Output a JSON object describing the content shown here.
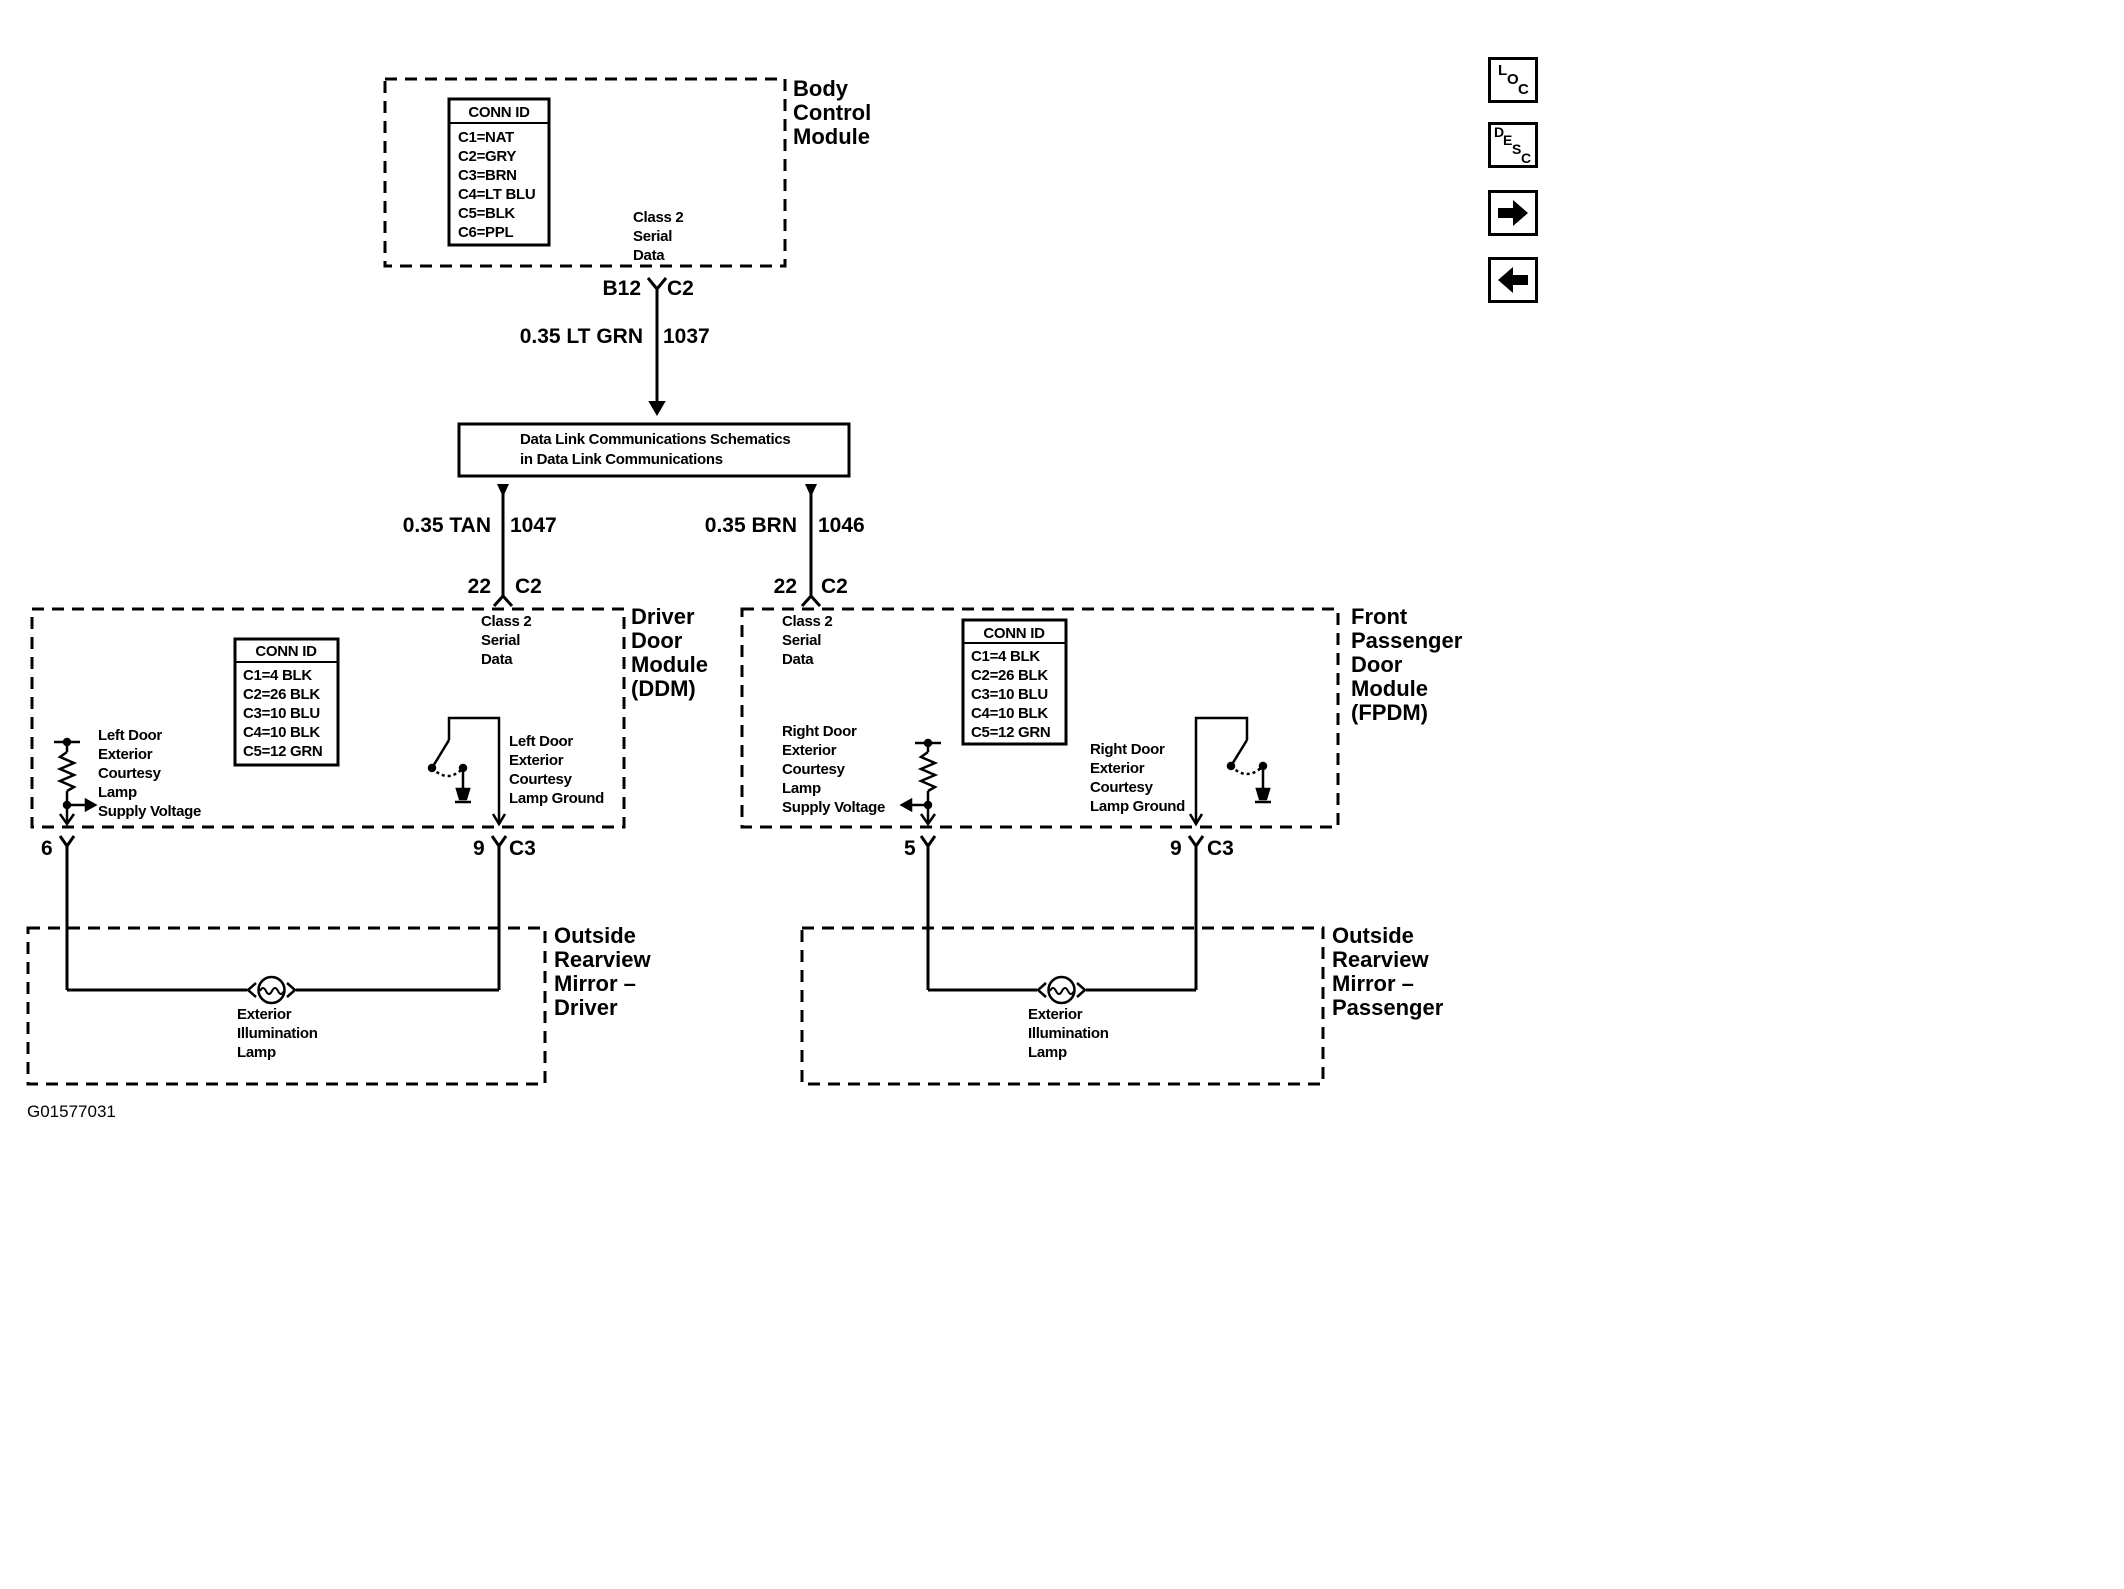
{
  "nav": {
    "loc": {
      "big": "L",
      "mid": "O",
      "small": "C"
    },
    "desc": {
      "a": "D",
      "b": "E",
      "c": "S",
      "d": "C"
    },
    "next_icon": "arrow-right-icon",
    "prev_icon": "arrow-left-icon"
  },
  "bcm": {
    "name": [
      "Body",
      "Control",
      "Module"
    ],
    "conn_title": "CONN ID",
    "conn": [
      "C1=NAT",
      "C2=GRY",
      "C3=BRN",
      "C4=LT BLU",
      "C5=BLK",
      "C6=PPL"
    ],
    "signal": [
      "Class 2",
      "Serial",
      "Data"
    ],
    "pin": "B12",
    "connector": "C2",
    "wire_left": "0.35 LT GRN",
    "wire_right": "1037"
  },
  "datalink": {
    "line1": "Data Link Communications Schematics",
    "line2": "in Data Link Communications"
  },
  "wire_ddm": {
    "gauge": "0.35 TAN",
    "circuit": "1047"
  },
  "wire_fpdm": {
    "gauge": "0.35 BRN",
    "circuit": "1046"
  },
  "ddm": {
    "name": [
      "Driver",
      "Door",
      "Module",
      "(DDM)"
    ],
    "conn_title": "CONN ID",
    "conn": [
      "C1=4 BLK",
      "C2=26 BLK",
      "C3=10 BLU",
      "C4=10 BLK",
      "C5=12 GRN"
    ],
    "pin_in": "22",
    "conn_in": "C2",
    "signal": [
      "Class 2",
      "Serial",
      "Data"
    ],
    "supply": [
      "Left Door",
      "Exterior",
      "Courtesy",
      "Lamp",
      "Supply Voltage"
    ],
    "ground": [
      "Left Door",
      "Exterior",
      "Courtesy",
      "Lamp Ground"
    ],
    "pin_a": "6",
    "pin_b": "9",
    "conn_out": "C3"
  },
  "fpdm": {
    "name": [
      "Front",
      "Passenger",
      "Door",
      "Module",
      "(FPDM)"
    ],
    "conn_title": "CONN ID",
    "conn": [
      "C1=4 BLK",
      "C2=26 BLK",
      "C3=10 BLU",
      "C4=10 BLK",
      "C5=12 GRN"
    ],
    "pin_in": "22",
    "conn_in": "C2",
    "signal": [
      "Class 2",
      "Serial",
      "Data"
    ],
    "supply": [
      "Right Door",
      "Exterior",
      "Courtesy",
      "Lamp",
      "Supply Voltage"
    ],
    "ground": [
      "Right Door",
      "Exterior",
      "Courtesy",
      "Lamp Ground"
    ],
    "pin_a": "5",
    "pin_b": "9",
    "conn_out": "C3"
  },
  "mirror_driver": {
    "name": [
      "Outside",
      "Rearview",
      "Mirror –",
      "Driver"
    ],
    "lamp": [
      "Exterior",
      "Illumination",
      "Lamp"
    ]
  },
  "mirror_passenger": {
    "name": [
      "Outside",
      "Rearview",
      "Mirror –",
      "Passenger"
    ],
    "lamp": [
      "Exterior",
      "Illumination",
      "Lamp"
    ]
  },
  "figure_id": "G01577031"
}
